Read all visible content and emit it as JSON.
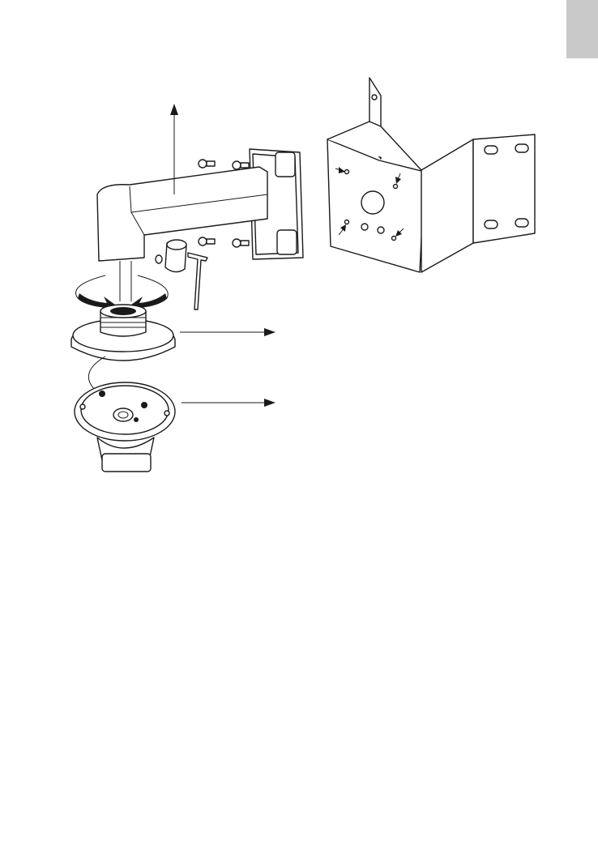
{
  "page": {
    "number": ""
  },
  "colors": {
    "tab": "#c9c9c9",
    "line": "#1a1a1a",
    "background": "#ffffff"
  },
  "figure": {
    "parts": [
      "wall-mount-bracket",
      "corner-mount-adapter",
      "screws",
      "sleeve",
      "hex-key",
      "mount-adapter-cap",
      "dome-camera-base"
    ]
  }
}
